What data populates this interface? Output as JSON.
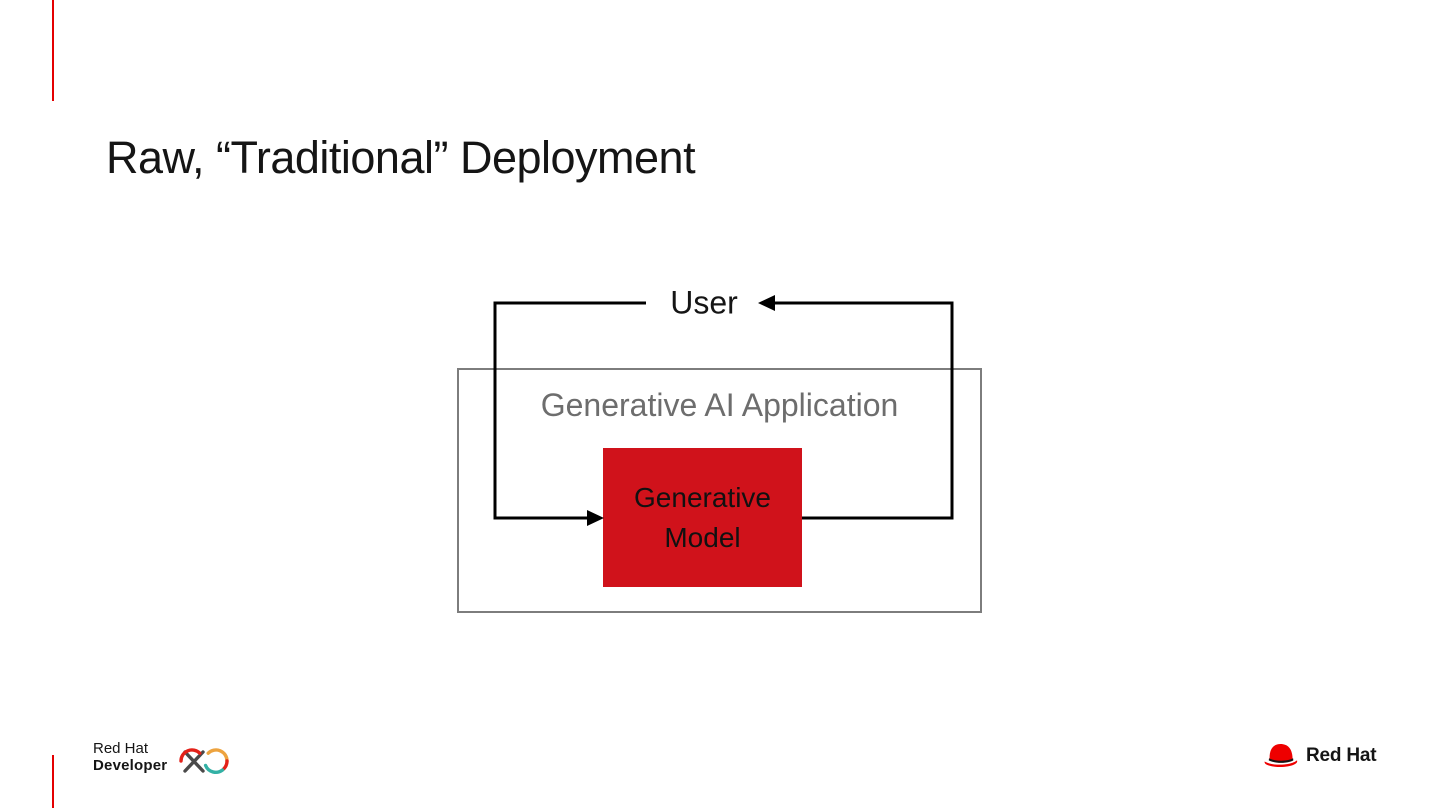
{
  "slide": {
    "title": "Raw, “Traditional” Deployment"
  },
  "diagram": {
    "user_label": "User",
    "app_label": "Generative AI Application",
    "model_label": "Generative\nModel",
    "colors": {
      "model_box_fill": "#d0121b",
      "model_box_text": "#111111",
      "app_box_border": "#7d7d7d",
      "app_label_text": "#6d6d6d",
      "arrow_line": "#000000"
    }
  },
  "footer": {
    "developer_logo": {
      "line1": "Red Hat",
      "line2": "Developer",
      "icon": "infinity-logo-icon",
      "icon_colors": {
        "red": "#e32119",
        "orange": "#eda33f",
        "teal": "#33b1a5",
        "gray": "#4a4a4a"
      }
    },
    "redhat_logo": {
      "text": "Red Hat",
      "icon": "fedora-icon",
      "icon_color": "#ee0000"
    }
  },
  "decor": {
    "accent_line_color": "#e40001"
  }
}
